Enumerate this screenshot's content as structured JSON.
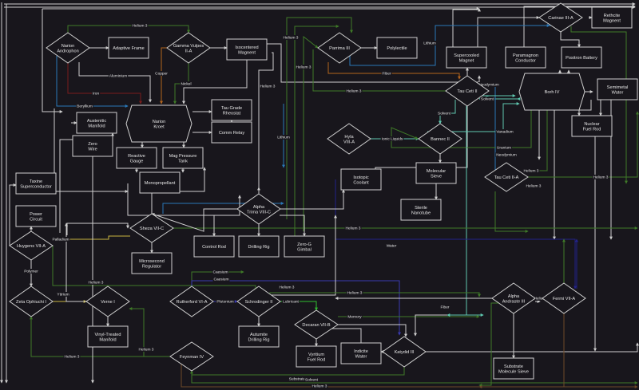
{
  "diagram": {
    "colors": {
      "background": "#18161c",
      "default": "#cfcfcf",
      "helium": "#3f7a28",
      "blue": "#2a78b8",
      "red": "#7a1c1c",
      "orange": "#b5651d",
      "teal": "#5fc8b0",
      "yellow": "#c8b440",
      "indigo": "#3a3ab0",
      "brown": "#6e4a28",
      "darkblue": "#22228a",
      "bright_green": "#2fbf2f"
    },
    "nodes": [
      {
        "id": "narion-androphon",
        "label": [
          "Narion",
          "Androphon"
        ],
        "shape": "diamond"
      },
      {
        "id": "adaptive-frame",
        "label": [
          "Adaptive Frame"
        ],
        "shape": "rect"
      },
      {
        "id": "gamma-vulpes",
        "label": [
          "Gamma Vulpes",
          "II-A"
        ],
        "shape": "diamond"
      },
      {
        "id": "isocentered-magnent",
        "label": [
          "Isocentered",
          "Magnent"
        ],
        "shape": "rect"
      },
      {
        "id": "parrima-iii",
        "label": [
          "Parrima III"
        ],
        "shape": "diamond"
      },
      {
        "id": "polylectile",
        "label": [
          "Polylectile"
        ],
        "shape": "rect"
      },
      {
        "id": "supercooled-magnet",
        "label": [
          "Supercooled",
          "Magnet"
        ],
        "shape": "rect"
      },
      {
        "id": "paramagnon-conductor",
        "label": [
          "Paramagnon",
          "Conductor"
        ],
        "shape": "rect"
      },
      {
        "id": "positron-battery",
        "label": [
          "Positron Battery"
        ],
        "shape": "rect"
      },
      {
        "id": "carinae-iii-a",
        "label": [
          "Carinae III-A"
        ],
        "shape": "diamond"
      },
      {
        "id": "rethcite-magnent",
        "label": [
          "Rethcite",
          "Magnent"
        ],
        "shape": "rect"
      },
      {
        "id": "tau-ceti-ii",
        "label": [
          "Tau Ceti II"
        ],
        "shape": "diamond"
      },
      {
        "id": "borh-iv",
        "label": [
          "Borh IV"
        ],
        "shape": "hexagon"
      },
      {
        "id": "semimetal-water",
        "label": [
          "Semimetal",
          "Water"
        ],
        "shape": "rect"
      },
      {
        "id": "nuclear-fuel-rod",
        "label": [
          "Nuclear",
          "Fuel Rod"
        ],
        "shape": "rect"
      },
      {
        "id": "austenitic-manifold",
        "label": [
          "Austenitic",
          "Manifold"
        ],
        "shape": "rect"
      },
      {
        "id": "narion-kroet",
        "label": [
          "Narion",
          "Kroet"
        ],
        "shape": "hexagon"
      },
      {
        "id": "tau-grade-rheostat",
        "label": [
          "Tau Grade",
          "Rheostat"
        ],
        "shape": "rect"
      },
      {
        "id": "comm-relay",
        "label": [
          "Comm Relay"
        ],
        "shape": "rect"
      },
      {
        "id": "zero-wire",
        "label": [
          "Zero",
          "Wire"
        ],
        "shape": "rect"
      },
      {
        "id": "reactive-gauge",
        "label": [
          "Reactive",
          "Gauge"
        ],
        "shape": "rect"
      },
      {
        "id": "mag-pressure-tank",
        "label": [
          "Mag Pressure",
          "Tank"
        ],
        "shape": "rect"
      },
      {
        "id": "monopropellant",
        "label": [
          "Monopropellant"
        ],
        "shape": "rect"
      },
      {
        "id": "hyla-viii-a",
        "label": [
          "Hyla",
          "VIII-A"
        ],
        "shape": "diamond"
      },
      {
        "id": "bannec-ii",
        "label": [
          "Bannec II"
        ],
        "shape": "diamond"
      },
      {
        "id": "isotopic-coolant",
        "label": [
          "Isotopic",
          "Coolant"
        ],
        "shape": "rect"
      },
      {
        "id": "molecular-sieve",
        "label": [
          "Molecular",
          "Sieve"
        ],
        "shape": "rect"
      },
      {
        "id": "sterile-nanotube",
        "label": [
          "Sterile",
          "Nanotube"
        ],
        "shape": "rect"
      },
      {
        "id": "tau-ceti-ii-a",
        "label": [
          "Tau Ceti II-A"
        ],
        "shape": "diamond"
      },
      {
        "id": "taxine-superconductor",
        "label": [
          "Taxine",
          "Superconductor"
        ],
        "shape": "rect"
      },
      {
        "id": "power-circuit",
        "label": [
          "Power",
          "Circuit"
        ],
        "shape": "rect"
      },
      {
        "id": "alpha-trima",
        "label": [
          "Alpha",
          "Trima VIII-C"
        ],
        "shape": "diamond"
      },
      {
        "id": "sheza-vii-c",
        "label": [
          "Sheza VII-C"
        ],
        "shape": "diamond"
      },
      {
        "id": "huygens-vii-a",
        "label": [
          "Huygens VII-A"
        ],
        "shape": "diamond"
      },
      {
        "id": "control-rod",
        "label": [
          "Control Rod"
        ],
        "shape": "rect"
      },
      {
        "id": "drilling-rig",
        "label": [
          "Drilling Rig"
        ],
        "shape": "rect"
      },
      {
        "id": "zero-g-gimbal",
        "label": [
          "Zero-G",
          "Gimbal"
        ],
        "shape": "rect"
      },
      {
        "id": "microsecond-regulator",
        "label": [
          "Microsecond",
          "Regulator"
        ],
        "shape": "rect"
      },
      {
        "id": "zeta-ophiuchi-i",
        "label": [
          "Zeta Ophiuchi I"
        ],
        "shape": "diamond"
      },
      {
        "id": "verne-i",
        "label": [
          "Verne I"
        ],
        "shape": "diamond"
      },
      {
        "id": "rutherford-vi-a",
        "label": [
          "Rutherford VI-A"
        ],
        "shape": "diamond"
      },
      {
        "id": "schrodinger-ii",
        "label": [
          "Schrodinger II"
        ],
        "shape": "diamond"
      },
      {
        "id": "alpha-andraste-iii",
        "label": [
          "Alpha",
          "Andraste III"
        ],
        "shape": "diamond"
      },
      {
        "id": "fermi-vii-a",
        "label": [
          "Fermi VII-A"
        ],
        "shape": "diamond"
      },
      {
        "id": "vinyl-treated-manifold",
        "label": [
          "Vinyl-Treated",
          "Manifold"
        ],
        "shape": "rect"
      },
      {
        "id": "autumite-drilling-rig",
        "label": [
          "Autumite",
          "Drilling Rig"
        ],
        "shape": "rect"
      },
      {
        "id": "decaran-vii-b",
        "label": [
          "Decaran VII-B"
        ],
        "shape": "diamond"
      },
      {
        "id": "vyritium-fuel-rod",
        "label": [
          "Vyritium",
          "Fuel Rod"
        ],
        "shape": "rect"
      },
      {
        "id": "indicite-water",
        "label": [
          "Indicite",
          "Water"
        ],
        "shape": "rect"
      },
      {
        "id": "katydid-iii",
        "label": [
          "Katydid III"
        ],
        "shape": "diamond"
      },
      {
        "id": "feynman-iv",
        "label": [
          "Feynman IV"
        ],
        "shape": "diamond"
      },
      {
        "id": "substrate-molecule-sieve",
        "label": [
          "Substrate",
          "Molecule Sieve"
        ],
        "shape": "rect"
      }
    ],
    "edge_labels": [
      "Helium 3",
      "Aluminium",
      "Iron",
      "Beryllium",
      "Copper",
      "Nickel",
      "Helium 3",
      "Helium 3",
      "Helium 3",
      "Helium 3",
      "Fiber",
      "Lithium",
      "Lithium",
      "Neodymium",
      "Solvent",
      "Solvent",
      "Ionic Liquids",
      "Vanadium",
      "Uranium",
      "Neodymium",
      "Helium 3",
      "Helium 3",
      "Helium 3",
      "Helium 3",
      "Water",
      "Palladium",
      "Polymer",
      "Yttrium",
      "Helium 3",
      "Helium 3",
      "Helium 3",
      "Caesium",
      "Caesium",
      "Plutonium",
      "Lubricant",
      "Helium 3",
      "Helium 3",
      "Memory",
      "Substrate",
      "Solvent",
      "Helium 3",
      "Helium 3",
      "Fiber",
      "Helium 3",
      "Helium 3"
    ]
  }
}
